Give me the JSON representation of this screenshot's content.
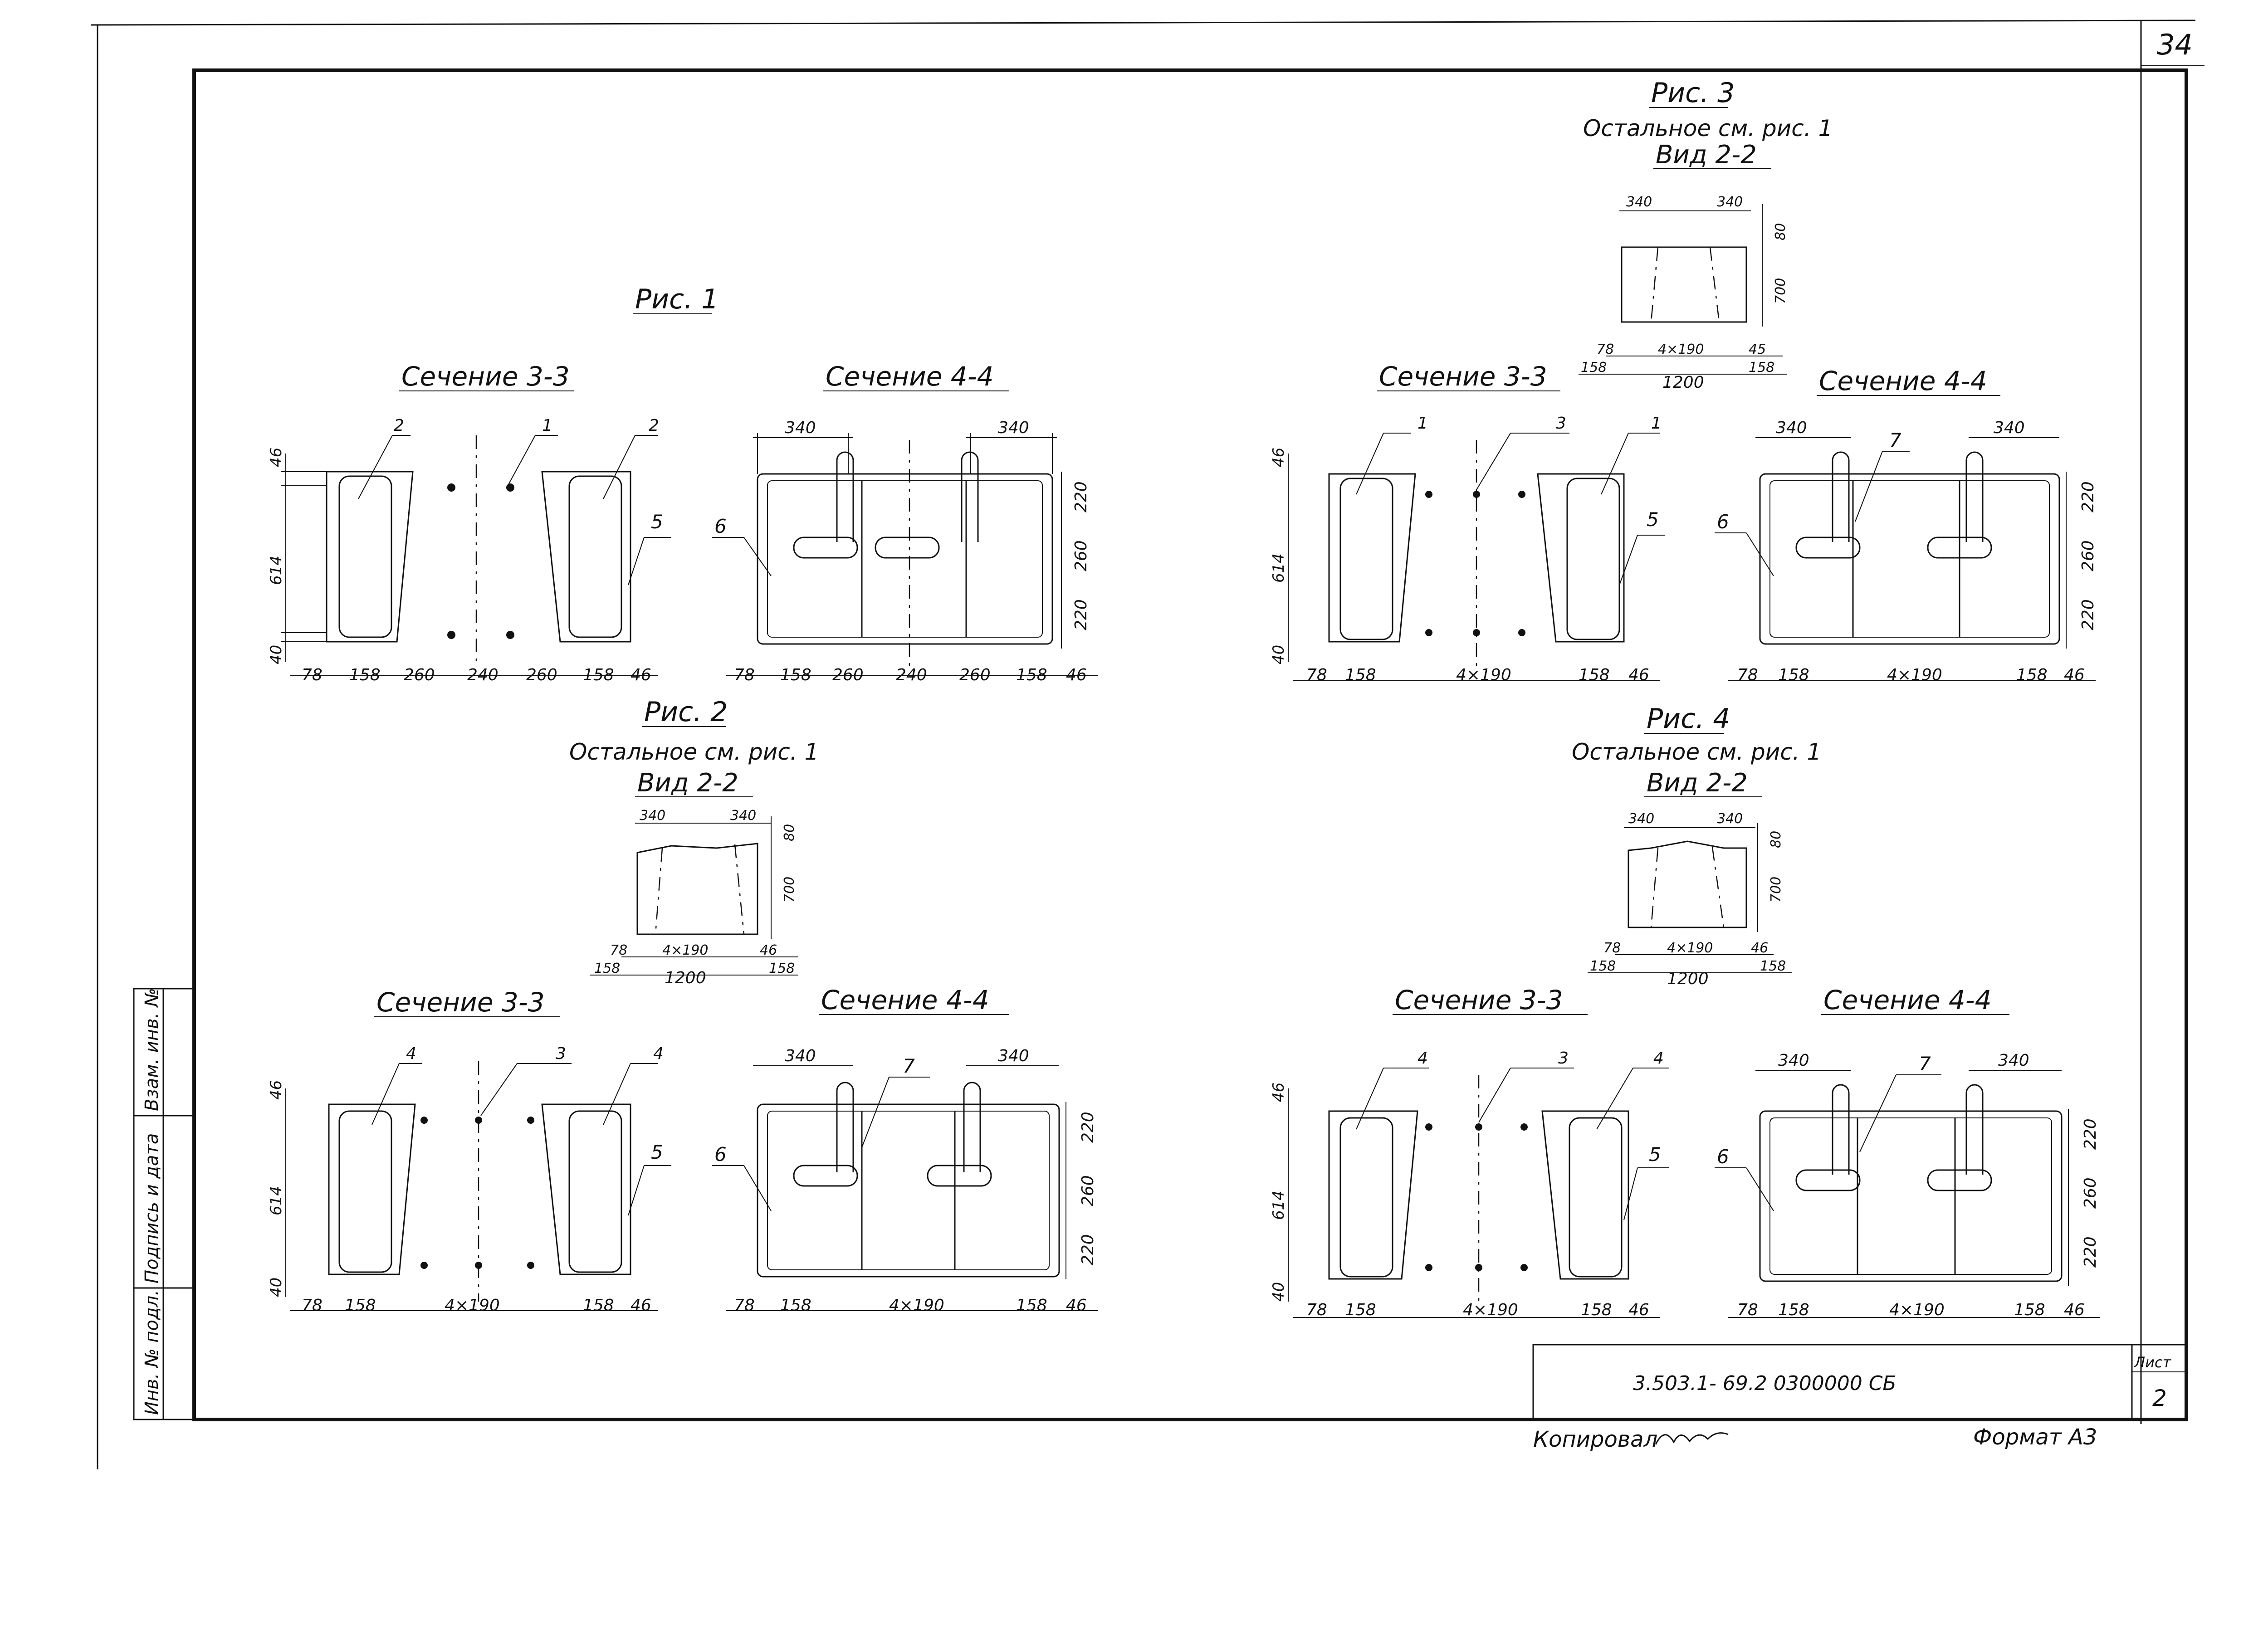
{
  "sheet_number_top": "34",
  "stamp": {
    "doc_code": "3.503.1- 69.2  0300000  СБ",
    "sheet_label": "Лист",
    "sheet_no": "2",
    "copied_by_label": "Копировал",
    "format_label": "Формат А3"
  },
  "side_stamp": [
    "Инв. № подл.",
    "Подпись и дата",
    "Взам. инв. №"
  ],
  "rus1": {
    "title": "Рис. 1",
    "sec33": {
      "title": "Сечение 3-3",
      "v": [
        "46",
        "614",
        "40"
      ],
      "h": [
        "78",
        "158",
        "260",
        "240",
        "260",
        "158",
        "46"
      ],
      "callouts": [
        "2",
        "1",
        "2",
        "5"
      ]
    },
    "sec44": {
      "title": "Сечение 4-4",
      "top": [
        "340",
        "340"
      ],
      "v": [
        "220",
        "260",
        "220"
      ],
      "h": [
        "78",
        "158",
        "260",
        "240",
        "260",
        "158",
        "46"
      ],
      "callouts": [
        "6"
      ]
    }
  },
  "rus2": {
    "title": "Рис. 2",
    "note": "Остальное см. рис. 1",
    "view": "Вид 2-2",
    "view_dims": {
      "top": [
        "340",
        "340"
      ],
      "v": [
        "80",
        "700"
      ],
      "b1": [
        "78",
        "4×190",
        "46"
      ],
      "b2": [
        "158",
        "1200",
        "158"
      ]
    },
    "sec33": {
      "title": "Сечение 3-3",
      "v": [
        "46",
        "614",
        "40"
      ],
      "h": [
        "78",
        "158",
        "4×190",
        "158",
        "46"
      ],
      "callouts": [
        "4",
        "3",
        "4",
        "5"
      ]
    },
    "sec44": {
      "title": "Сечение 4-4",
      "top": [
        "340",
        "340"
      ],
      "v": [
        "220",
        "260",
        "220"
      ],
      "h": [
        "78",
        "158",
        "4×190",
        "158",
        "46"
      ],
      "callouts": [
        "7",
        "6"
      ]
    }
  },
  "rus3": {
    "title": "Рис. 3",
    "note": "Остальное см. рис. 1",
    "view": "Вид 2-2",
    "view_dims": {
      "top": [
        "340",
        "340"
      ],
      "v": [
        "80",
        "700"
      ],
      "b1": [
        "78",
        "4×190",
        "45"
      ],
      "b2": [
        "158",
        "1200",
        "158"
      ]
    },
    "sec33": {
      "title": "Сечение 3-3",
      "v": [
        "46",
        "614",
        "40"
      ],
      "h": [
        "78",
        "158",
        "4×190",
        "158",
        "46"
      ],
      "callouts": [
        "1",
        "3",
        "1",
        "5"
      ]
    },
    "sec44": {
      "title": "Сечение 4-4",
      "top": [
        "340",
        "340"
      ],
      "v": [
        "220",
        "260",
        "220"
      ],
      "h": [
        "78",
        "158",
        "4×190",
        "158",
        "46"
      ],
      "callouts": [
        "7",
        "6"
      ]
    }
  },
  "rus4": {
    "title": "Рис. 4",
    "note": "Остальное см. рис. 1",
    "view": "Вид 2-2",
    "view_dims": {
      "top": [
        "340",
        "340"
      ],
      "v": [
        "80",
        "700"
      ],
      "b1": [
        "78",
        "4×190",
        "46"
      ],
      "b2": [
        "158",
        "1200",
        "158"
      ]
    },
    "sec33": {
      "title": "Сечение 3-3",
      "v": [
        "46",
        "614",
        "40"
      ],
      "h": [
        "78",
        "158",
        "4×190",
        "158",
        "46"
      ],
      "callouts": [
        "4",
        "3",
        "4",
        "5"
      ]
    },
    "sec44": {
      "title": "Сечение 4-4",
      "top": [
        "340",
        "340"
      ],
      "v": [
        "220",
        "260",
        "220"
      ],
      "h": [
        "78",
        "158",
        "4×190",
        "158",
        "46"
      ],
      "callouts": [
        "7",
        "6"
      ]
    }
  }
}
